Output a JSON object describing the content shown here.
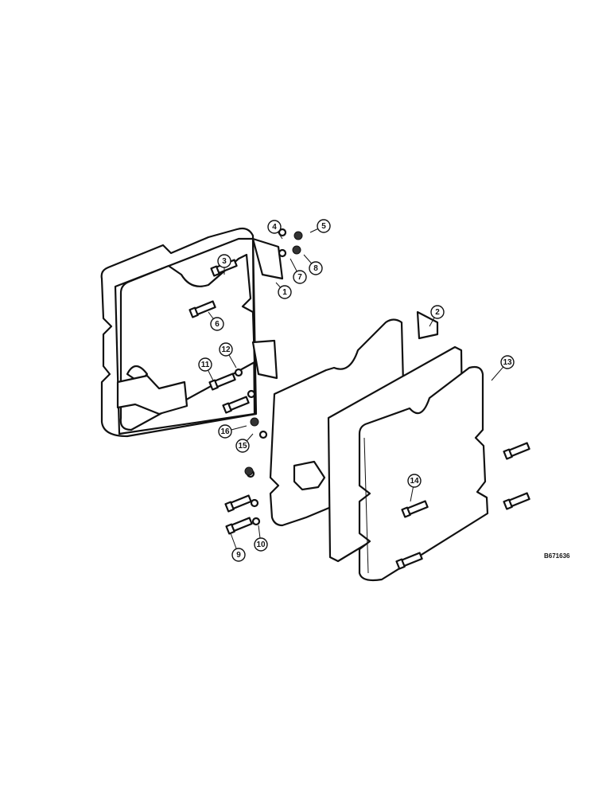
{
  "diagram": {
    "reference_code": "B671636",
    "callouts": [
      "1",
      "2",
      "3",
      "4",
      "5",
      "6",
      "7",
      "8",
      "9",
      "10",
      "11",
      "12",
      "13",
      "14",
      "15",
      "16"
    ]
  }
}
